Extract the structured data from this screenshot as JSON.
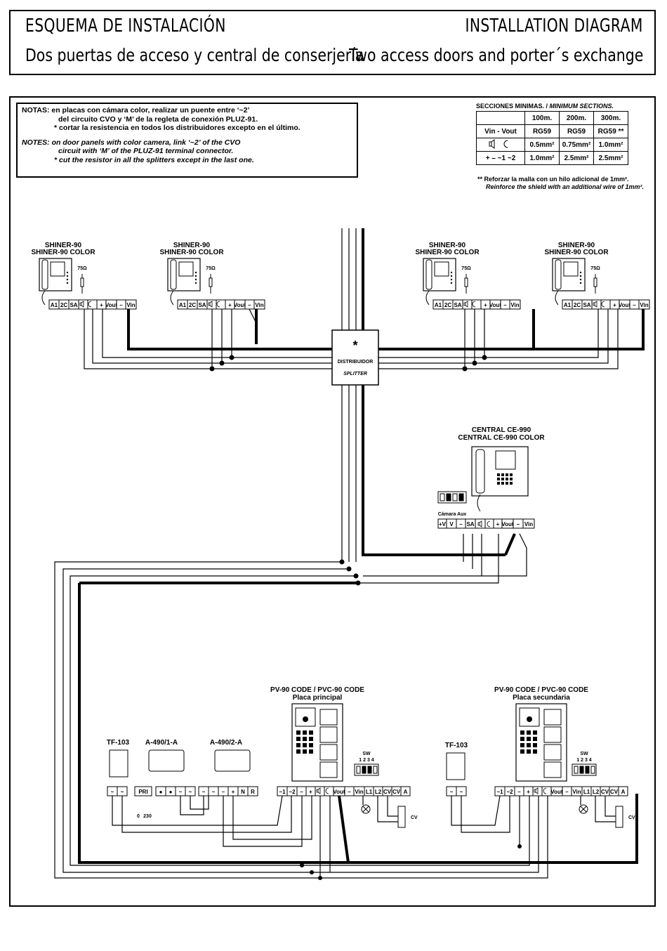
{
  "header": {
    "title_es": "ESQUEMA DE INSTALACIÓN",
    "title_en": "INSTALLATION DIAGRAM",
    "subtitle_es": "Dos puertas de acceso y central de conserjería",
    "subtitle_en": "Two access doors and porter´s exchange"
  },
  "notes": {
    "es_line1": "NOTAS: en placas con cámara color, realizar un puente entre ‘~2’",
    "es_line2": "del circuito CVO y ‘M’ de la regleta de conexión PLUZ-91.",
    "es_line3": "* cortar la resistencia en todos los distribuidores excepto en el último.",
    "en_line1": "NOTES: on door panels with color camera, link ‘~2’ of the CVO",
    "en_line2": "circuit with ‘M’ of the PLUZ-91 terminal connector.",
    "en_line3": "* cut the resistor in all the splitters except in the last one."
  },
  "sections": {
    "title_es": "SECCIONES MINIMAS. /",
    "title_en": "MINIMUM SECTIONS.",
    "headers": [
      "100m.",
      "200m.",
      "300m."
    ],
    "row1_label": "Vin - Vout",
    "row1": [
      "RG59",
      "RG59",
      "RG59 **"
    ],
    "row2": [
      "0.5mm²",
      "0.75mm²",
      "1.0mm²"
    ],
    "row3_label": "+ – ~1 ~2",
    "row3": [
      "1.0mm²",
      "2.5mm²",
      "2.5mm²"
    ],
    "note_es": "** Reforzar la malla con un hilo adicional de 1mm².",
    "note_en": "Reinforce the shield with an additional wire of 1mm²."
  },
  "monitors": [
    {
      "name1": "SHINER-90",
      "name2": "SHINER-90 COLOR",
      "resistor": "75Ω"
    },
    {
      "name1": "SHINER-90",
      "name2": "SHINER-90 COLOR",
      "resistor": "75Ω"
    },
    {
      "name1": "SHINER-90",
      "name2": "SHINER-90 COLOR",
      "resistor": "75Ω"
    },
    {
      "name1": "SHINER-90",
      "name2": "SHINER-90 COLOR",
      "resistor": "75Ω"
    }
  ],
  "monitor_terminals": [
    "A1",
    "2C",
    "SA",
    "",
    "",
    "+",
    "Vout",
    "–",
    "Vin"
  ],
  "splitter": {
    "star": "*",
    "label1": "DISTRIBUIDOR",
    "label2": "SPLITTER"
  },
  "central": {
    "name1": "CENTRAL CE-990",
    "name2": "CENTRAL CE-990 COLOR",
    "aux_label": "Cámara Aux",
    "terminals": [
      "+V",
      "V",
      "–",
      "SA",
      "",
      "",
      "+",
      "Vout",
      "–",
      "Vin"
    ]
  },
  "panels": [
    {
      "name1": "PV-90 CODE / PVC-90 CODE",
      "name2": "Placa principal"
    },
    {
      "name1": "PV-90 CODE / PVC-90 CODE",
      "name2": "Placa secundaria"
    }
  ],
  "panel_terminals": [
    "~1",
    "~2",
    "–",
    "+",
    "",
    "",
    "Vout",
    "–",
    "Vin",
    "L1",
    "L2",
    "CV",
    "CV",
    "A"
  ],
  "sw": {
    "label": "SW",
    "numbers": "1 2 3 4"
  },
  "devices": {
    "tf103": "TF-103",
    "a490_1": "A-490/1-A",
    "a490_2": "A-490/2-A",
    "pri": "PRI",
    "volt0": "0",
    "volt230": "230",
    "a490_2_terms": [
      "–",
      "+",
      "N",
      "R"
    ],
    "cv": "CV"
  }
}
